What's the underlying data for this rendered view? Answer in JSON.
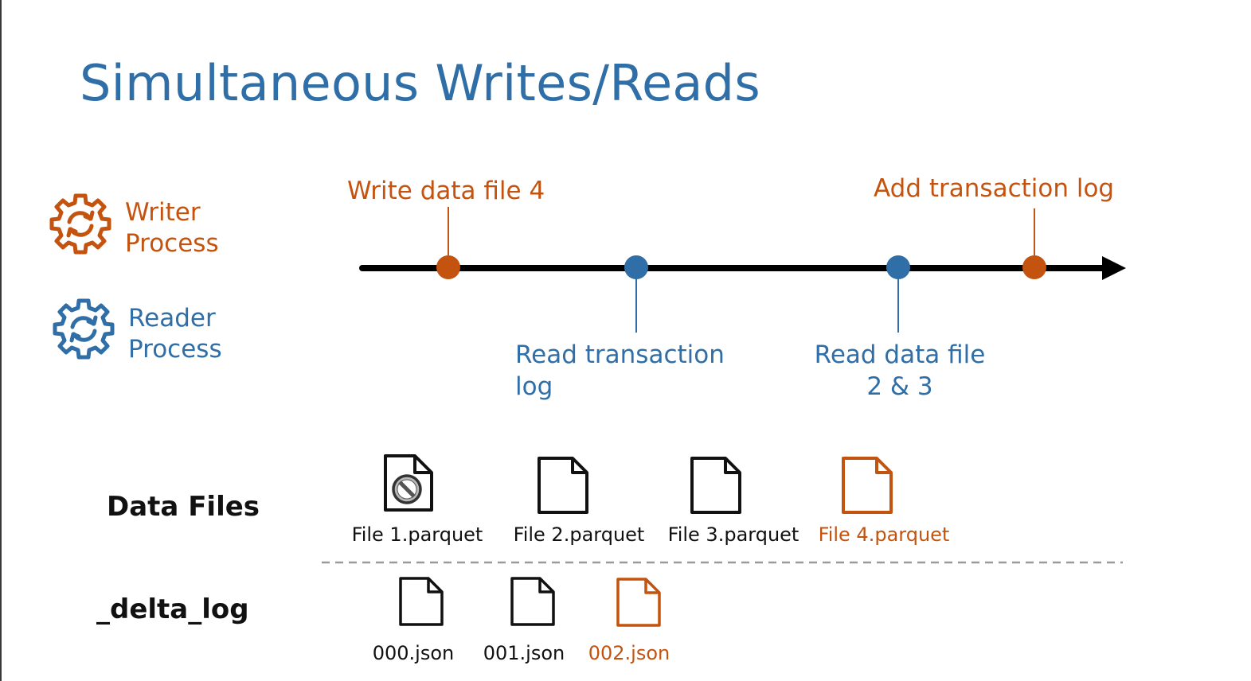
{
  "title": "Simultaneous Writes/Reads",
  "legend": {
    "writer": {
      "line1": "Writer",
      "line2": "Process",
      "icon": "gear-sync-icon",
      "color": "#c4530f"
    },
    "reader": {
      "line1": "Reader",
      "line2": "Process",
      "icon": "gear-sync-icon",
      "color": "#2f6ea6"
    }
  },
  "timeline": {
    "events": [
      {
        "label": "Write data file 4",
        "process": "writer"
      },
      {
        "label_line1": "Read transaction",
        "label_line2": "log",
        "process": "reader"
      },
      {
        "label_line1": "Read data file",
        "label_line2": "2 & 3",
        "process": "reader"
      },
      {
        "label": "Add transaction log",
        "process": "writer"
      }
    ]
  },
  "data_files": {
    "label": "Data Files",
    "files": [
      {
        "name": "File 1.parquet",
        "icon": "deleted-file-icon",
        "state": "removed"
      },
      {
        "name": "File 2.parquet",
        "icon": "file-icon",
        "state": "existing"
      },
      {
        "name": "File 3.parquet",
        "icon": "file-icon",
        "state": "existing"
      },
      {
        "name": "File 4.parquet",
        "icon": "file-icon",
        "state": "new"
      }
    ]
  },
  "delta_log": {
    "label": "_delta_log",
    "files": [
      {
        "name": "000.json",
        "icon": "file-icon",
        "state": "existing"
      },
      {
        "name": "001.json",
        "icon": "file-icon",
        "state": "existing"
      },
      {
        "name": "002.json",
        "icon": "file-icon",
        "state": "new"
      }
    ]
  },
  "colors": {
    "writer": "#c4530f",
    "reader": "#2f6ea6",
    "title": "#2f6ea6",
    "timeline": "#000000"
  }
}
